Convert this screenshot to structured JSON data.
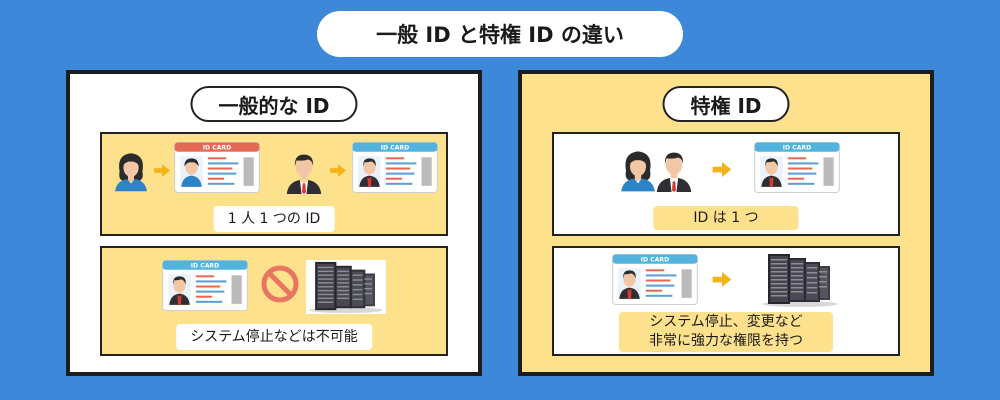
{
  "title": "一般 ID と特権 ID の違い",
  "left_panel": {
    "title": "一般的な ID",
    "top_label": "1 人 1 つの ID",
    "bottom_label": "システム停止などは不可能"
  },
  "right_panel": {
    "title": "特権 ID",
    "top_label": "ID は 1 つ",
    "bottom_label_line1": "システム停止、変更など",
    "bottom_label_line2": "非常に強力な権限を持つ"
  },
  "id_card": {
    "header_text": "ID CARD"
  },
  "colors": {
    "background": "#3d88d9",
    "panel_yellow": "#fde18c",
    "arrow": "#f2b418",
    "card_red_header": "#e56a55",
    "card_blue_header": "#52b3de",
    "prohibit": "#e87560"
  },
  "icons": [
    "woman-avatar-icon",
    "man-avatar-icon",
    "id-card-icon",
    "arrow-icon",
    "prohibited-icon",
    "server-rack-icon"
  ]
}
